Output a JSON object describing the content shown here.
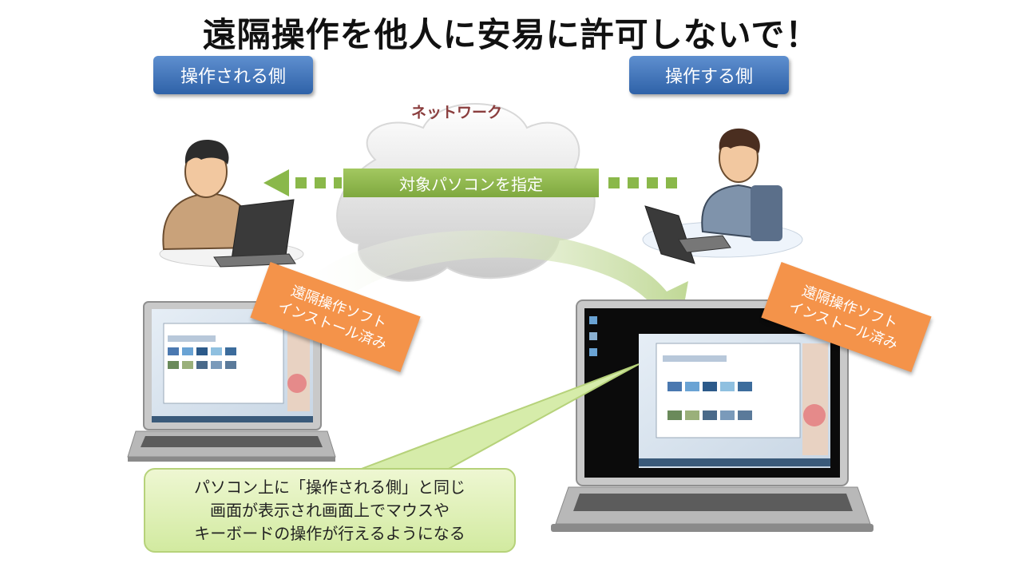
{
  "title": "遠隔操作を他人に安易に許可しないで！",
  "labels": {
    "controlled_side": "操作される側",
    "controller_side": "操作する側"
  },
  "network": {
    "label": "ネットワーク",
    "arrow_text": "対象パソコンを指定"
  },
  "tags": {
    "left": [
      "遠隔操作ソフト",
      "インストール済み"
    ],
    "right": [
      "遠隔操作ソフト",
      "インストール済み"
    ]
  },
  "callout": {
    "lines": [
      "パソコン上に「操作される側」と同じ",
      "画面が表示され画面上でマウスや",
      "キーボードの操作が行えるようになる"
    ]
  },
  "colors": {
    "label_blue": "#3a6db5",
    "arrow_green": "#8ab84a",
    "tag_orange": "#f4934a",
    "callout_green": "#d8eeb0"
  },
  "icons": {
    "left_person": "person-at-laptop-icon",
    "right_person": "businessman-at-laptop-icon",
    "cloud": "cloud-icon"
  }
}
